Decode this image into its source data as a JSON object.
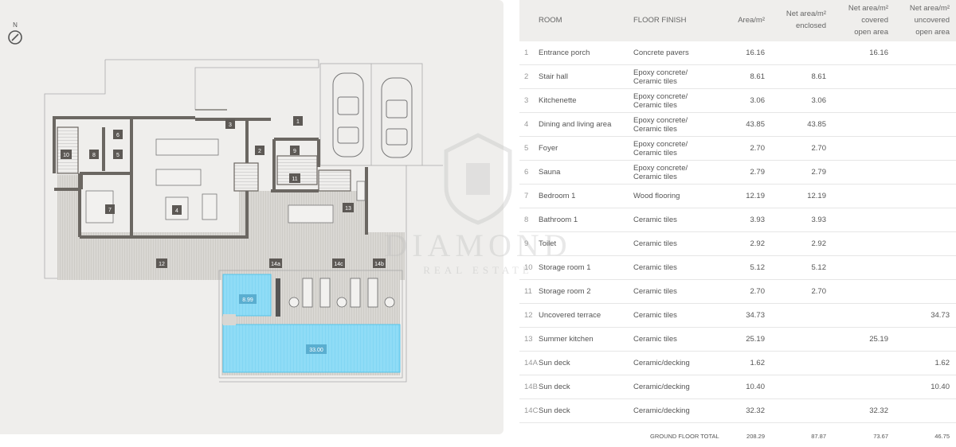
{
  "plan": {
    "north_label": "N",
    "room_labels": [
      "1",
      "2",
      "3",
      "4",
      "5",
      "6",
      "7",
      "8",
      "9",
      "10",
      "11",
      "12",
      "13",
      "14a",
      "14c",
      "14b"
    ],
    "pool_small": "8.99",
    "pool_large": "33.00",
    "colors": {
      "wall": "#6b6762",
      "pool": "#7fd8f5",
      "pool_edge": "#56c4ea",
      "label_bg": "#5d5955",
      "deck": "#b9b6b1"
    }
  },
  "watermark": {
    "title": "DIAMOND",
    "subtitle": "REAL ESTATE"
  },
  "table": {
    "headers": {
      "room": "ROOM",
      "finish": "FLOOR FINISH",
      "area": "Area/m²",
      "net_enclosed": [
        "Net area/m²",
        "enclosed"
      ],
      "net_covered": [
        "Net area/m²",
        "covered",
        "open area"
      ],
      "net_uncovered": [
        "Net area/m²",
        "uncovered",
        "open area"
      ]
    },
    "rows": [
      {
        "num": "1",
        "room": "Entrance porch",
        "finish": [
          "Concrete pavers"
        ],
        "area": "16.16",
        "enclosed": "",
        "covered": "16.16",
        "uncovered": ""
      },
      {
        "num": "2",
        "room": "Stair hall",
        "finish": [
          "Epoxy concrete/",
          "Ceramic tiles"
        ],
        "area": "8.61",
        "enclosed": "8.61",
        "covered": "",
        "uncovered": ""
      },
      {
        "num": "3",
        "room": "Kitchenette",
        "finish": [
          "Epoxy concrete/",
          "Ceramic tiles"
        ],
        "area": "3.06",
        "enclosed": "3.06",
        "covered": "",
        "uncovered": ""
      },
      {
        "num": "4",
        "room": "Dining and living area",
        "finish": [
          "Epoxy concrete/",
          "Ceramic tiles"
        ],
        "area": "43.85",
        "enclosed": "43.85",
        "covered": "",
        "uncovered": ""
      },
      {
        "num": "5",
        "room": "Foyer",
        "finish": [
          "Epoxy concrete/",
          "Ceramic tiles"
        ],
        "area": "2.70",
        "enclosed": "2.70",
        "covered": "",
        "uncovered": ""
      },
      {
        "num": "6",
        "room": "Sauna",
        "finish": [
          "Epoxy concrete/",
          "Ceramic tiles"
        ],
        "area": "2.79",
        "enclosed": "2.79",
        "covered": "",
        "uncovered": ""
      },
      {
        "num": "7",
        "room": "Bedroom 1",
        "finish": [
          "Wood flooring"
        ],
        "area": "12.19",
        "enclosed": "12.19",
        "covered": "",
        "uncovered": ""
      },
      {
        "num": "8",
        "room": "Bathroom 1",
        "finish": [
          "Ceramic tiles"
        ],
        "area": "3.93",
        "enclosed": "3.93",
        "covered": "",
        "uncovered": ""
      },
      {
        "num": "9",
        "room": "Toilet",
        "finish": [
          "Ceramic tiles"
        ],
        "area": "2.92",
        "enclosed": "2.92",
        "covered": "",
        "uncovered": ""
      },
      {
        "num": "10",
        "room": "Storage room 1",
        "finish": [
          "Ceramic tiles"
        ],
        "area": "5.12",
        "enclosed": "5.12",
        "covered": "",
        "uncovered": ""
      },
      {
        "num": "11",
        "room": "Storage room 2",
        "finish": [
          "Ceramic tiles"
        ],
        "area": "2.70",
        "enclosed": "2.70",
        "covered": "",
        "uncovered": ""
      },
      {
        "num": "12",
        "room": "Uncovered terrace",
        "finish": [
          "Ceramic tiles"
        ],
        "area": "34.73",
        "enclosed": "",
        "covered": "",
        "uncovered": "34.73"
      },
      {
        "num": "13",
        "room": "Summer kitchen",
        "finish": [
          "Ceramic tiles"
        ],
        "area": "25.19",
        "enclosed": "",
        "covered": "25.19",
        "uncovered": ""
      },
      {
        "num": "14A",
        "room": "Sun deck",
        "finish": [
          "Ceramic/decking"
        ],
        "area": "1.62",
        "enclosed": "",
        "covered": "",
        "uncovered": "1.62"
      },
      {
        "num": "14B",
        "room": "Sun deck",
        "finish": [
          "Ceramic/decking"
        ],
        "area": "10.40",
        "enclosed": "",
        "covered": "",
        "uncovered": "10.40"
      },
      {
        "num": "14C",
        "room": "Sun deck",
        "finish": [
          "Ceramic/decking"
        ],
        "area": "32.32",
        "enclosed": "",
        "covered": "32.32",
        "uncovered": ""
      }
    ],
    "total": {
      "label": "GROUND FLOOR TOTAL",
      "area": "208.29",
      "enclosed": "87.87",
      "covered": "73.67",
      "uncovered": "46.75"
    }
  }
}
